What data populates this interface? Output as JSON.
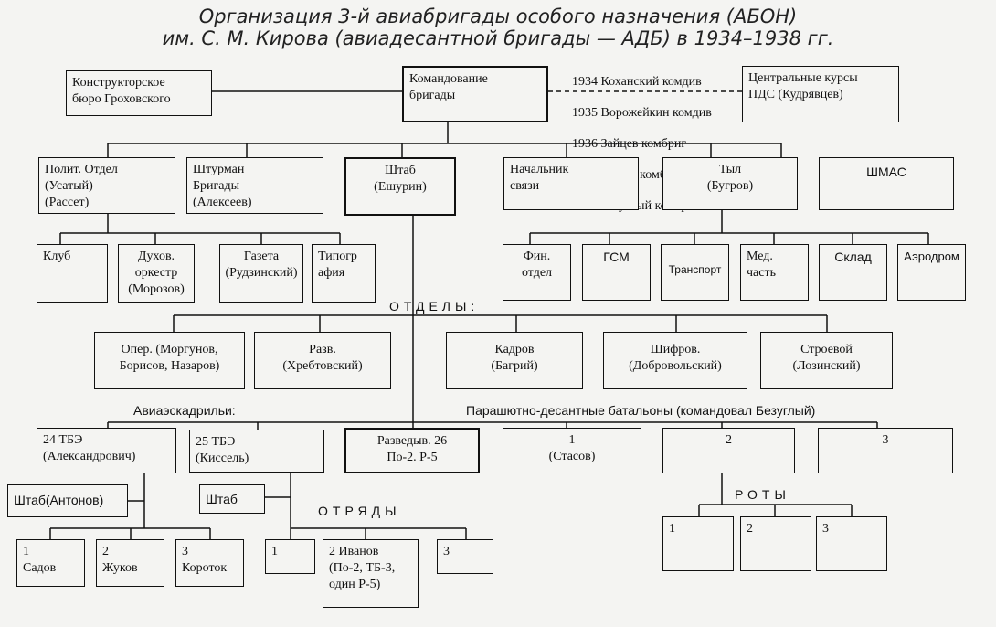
{
  "title": {
    "line1": "Организация 3-й авиабригады особого назначения (АБОН)",
    "line2": "им. С. М. Кирова (авиадесантной бригады — АДБ) в 1934–1938 гг."
  },
  "top": {
    "kb": "Конструкторское\nбюро Гроховского",
    "command": "Командование\nбригады",
    "courses": "Центральные курсы\nПДС (Кудрявцев)",
    "commanders": [
      "1934 Коханский комдив",
      "1935 Ворожейкин комдив",
      "1936 Зайцев комбриг",
      "1937 Вещев комбриг",
      "1938 Безуглый комбриг"
    ]
  },
  "level2": {
    "polit": "Полит. Отдел\n(Усатый)\n(Рассет)",
    "shturman": "Штурман\nБригады\n(Алексеев)",
    "shtab": "Штаб\n(Ешурин)",
    "svyaz": "Начальник\nсвязи",
    "tyl": "Тыл\n(Бугров)",
    "shmas": "ШМАС"
  },
  "polit_units": {
    "club": "Клуб",
    "orchestra": "Духов.\nоркестр\n(Морозов)",
    "gazeta": "Газета\n(Рудзинский)",
    "tipografia": "Типогр\nафия"
  },
  "tyl_units": {
    "fin": "Фин.\nотдел",
    "gsm": "ГСМ",
    "transport": "Транспорт",
    "med": "Мед.\nчасть",
    "sklad": "Склад",
    "aerodrom": "Аэродром"
  },
  "otdely": {
    "label": "ОТДЕЛЫ:",
    "oper": "Опер. (Моргунов,\nБорисов, Назаров)",
    "razv": "Разв.\n(Хребтовский)",
    "kadrov": "Кадров\n(Багрий)",
    "shifrov": "Шифров.\n(Добровольский)",
    "stroevoy": "Строевой\n(Лозинский)"
  },
  "aviaeskadrili": {
    "label": "Авиаэскадрильи:",
    "tbe24": "24 ТБЭ\n(Александрович)",
    "tbe25": "25 ТБЭ\n(Киссель)",
    "razved": "Разведыв. 26\nПо-2. Р-5"
  },
  "battalions": {
    "label": "Парашютно-десантные батальоны (командовал Безуглый)",
    "b1": "1\n(Стасов)",
    "b2": "2",
    "b3": "3"
  },
  "sub24": {
    "shtab": "Штаб(Антонов)",
    "u1": "1\nСадов",
    "u2": "2\nЖуков",
    "u3": "3\nКороток"
  },
  "sub25": {
    "shtab": "Штаб",
    "otryady_label": "ОТРЯДЫ",
    "o1": "1",
    "o2": "2 Иванов\n(По-2, ТБ-3,\nодин Р-5)",
    "o3": "3"
  },
  "roty": {
    "label": "РОТЫ",
    "r1": "1",
    "r2": "2",
    "r3": "3"
  }
}
